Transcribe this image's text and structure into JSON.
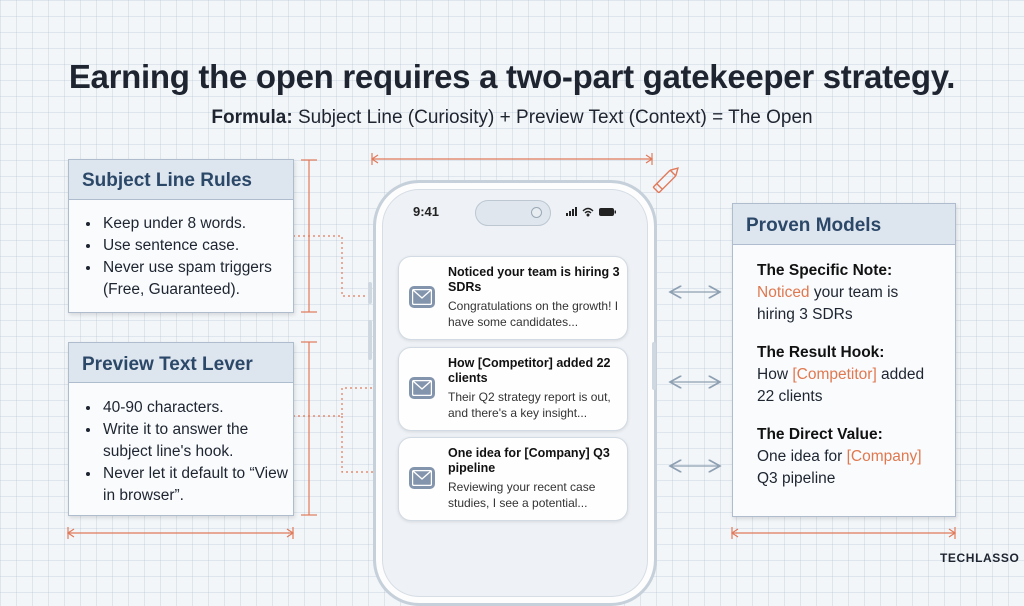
{
  "title": "Earning the open requires a two-part gatekeeper strategy.",
  "formula": {
    "label": "Formula:",
    "text": "Subject Line (Curiosity) + Preview Text (Context) = The Open"
  },
  "subject_rules": {
    "heading": "Subject Line Rules",
    "items": [
      "Keep under 8 words.",
      "Use sentence case.",
      "Never use spam triggers (Free, Guaranteed)."
    ]
  },
  "preview_lever": {
    "heading": "Preview Text Lever",
    "items": [
      "40-90 characters.",
      "Write it to answer the subject line's hook.",
      "Never let it default to “View in browser”."
    ]
  },
  "phone": {
    "time": "9:41",
    "notifications": [
      {
        "title": "Noticed your team is hiring 3 SDRs",
        "body": "Congratulations on the growth! I have some candidates..."
      },
      {
        "title": "How [Competitor] added 22 clients",
        "body": "Their Q2 strategy report is out, and there's a key insight..."
      },
      {
        "title": "One idea for [Company] Q3 pipeline",
        "body": "Reviewing your recent case studies, I see a potential..."
      }
    ]
  },
  "proven_models": {
    "heading": "Proven Models",
    "items": [
      {
        "name": "The Specific Note:",
        "hl": "Noticed",
        "pre": "",
        "post": " your team is hiring 3 SDRs"
      },
      {
        "name": "The Result Hook:",
        "hl": "[Competitor]",
        "pre": "How ",
        "post": " added 22 clients"
      },
      {
        "name": "The Direct Value:",
        "hl": "[Company]",
        "pre": "One idea for ",
        "post": " Q3 pipeline"
      }
    ]
  },
  "logo": "TECHLASSO",
  "colors": {
    "accent_orange": "#e0784f",
    "heading_blue": "#2c4868",
    "icon_slate": "#8395ad"
  }
}
